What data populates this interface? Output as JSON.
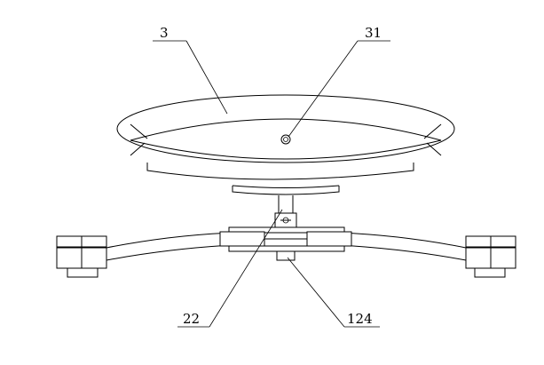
{
  "labels": {
    "part_3": "3",
    "part_31": "31",
    "part_22": "22",
    "part_124": "124"
  },
  "colors": {
    "line": "#000000",
    "background": "#ffffff"
  }
}
